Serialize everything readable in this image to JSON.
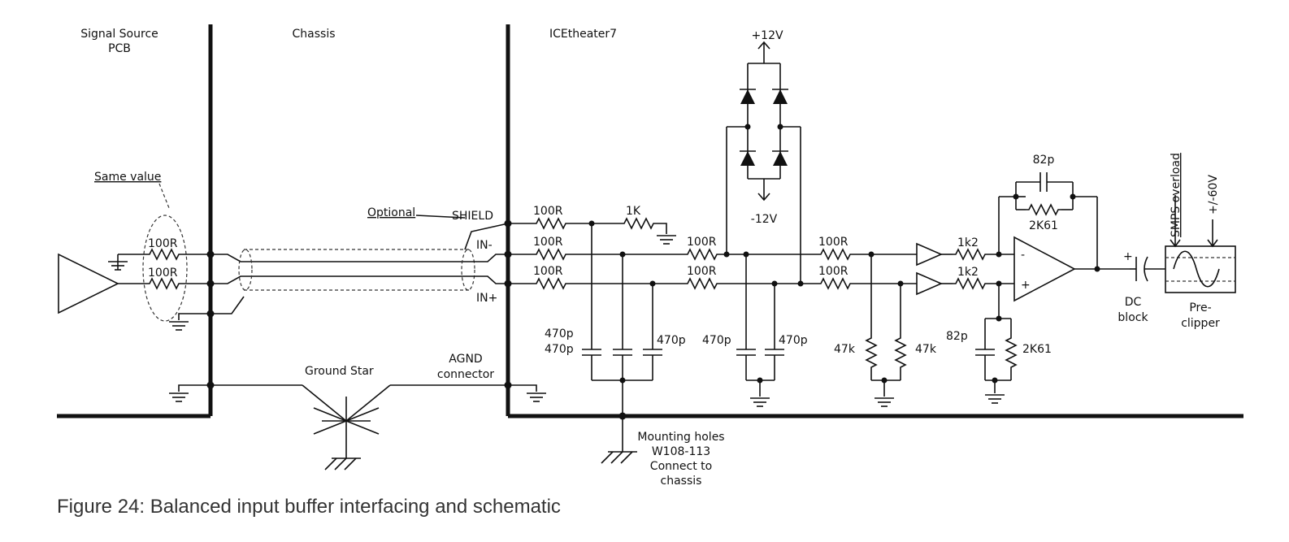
{
  "labels": {
    "signal_source": "Signal Source",
    "pcb": "PCB",
    "chassis": "Chassis",
    "icetheater": "ICEtheater7",
    "same_value": "Same value",
    "optional": "Optional",
    "shield": "SHIELD",
    "in_minus": "IN-",
    "in_plus": "IN+",
    "plus12": "+12V",
    "minus12": "-12V",
    "ground_star": "Ground Star",
    "agnd1": "AGND",
    "agnd2": "connector",
    "mount1": "Mounting holes",
    "mount2": "W108-113",
    "mount3": "Connect to",
    "mount4": "chassis",
    "dc1": "DC",
    "dc2": "block",
    "pre1": "Pre-",
    "pre2": "clipper",
    "smps": "SMPS overload",
    "v60": "+/-60V",
    "plus": "+",
    "minus": "-",
    "cap_plus": "+"
  },
  "components": {
    "r_src_top": "100R",
    "r_src_bot": "100R",
    "r_shield": "100R",
    "r_1k": "1K",
    "r_in_minus_1": "100R",
    "r_in_plus_1": "100R",
    "r_in_minus_2": "100R",
    "r_in_plus_2": "100R",
    "r_in_minus_3": "100R",
    "r_in_plus_3": "100R",
    "c1": "470p",
    "c2": "470p",
    "c3": "470p",
    "c4": "470p",
    "c5": "470p",
    "r47k_1": "47k",
    "r47k_2": "47k",
    "r1k2_top": "1k2",
    "r1k2_bot": "1k2",
    "c82p_fb": "82p",
    "r2k61_fb": "2K61",
    "c82p_gnd": "82p",
    "r2k61_gnd": "2K61"
  },
  "caption": "Figure 24: Balanced input buffer interfacing and schematic"
}
